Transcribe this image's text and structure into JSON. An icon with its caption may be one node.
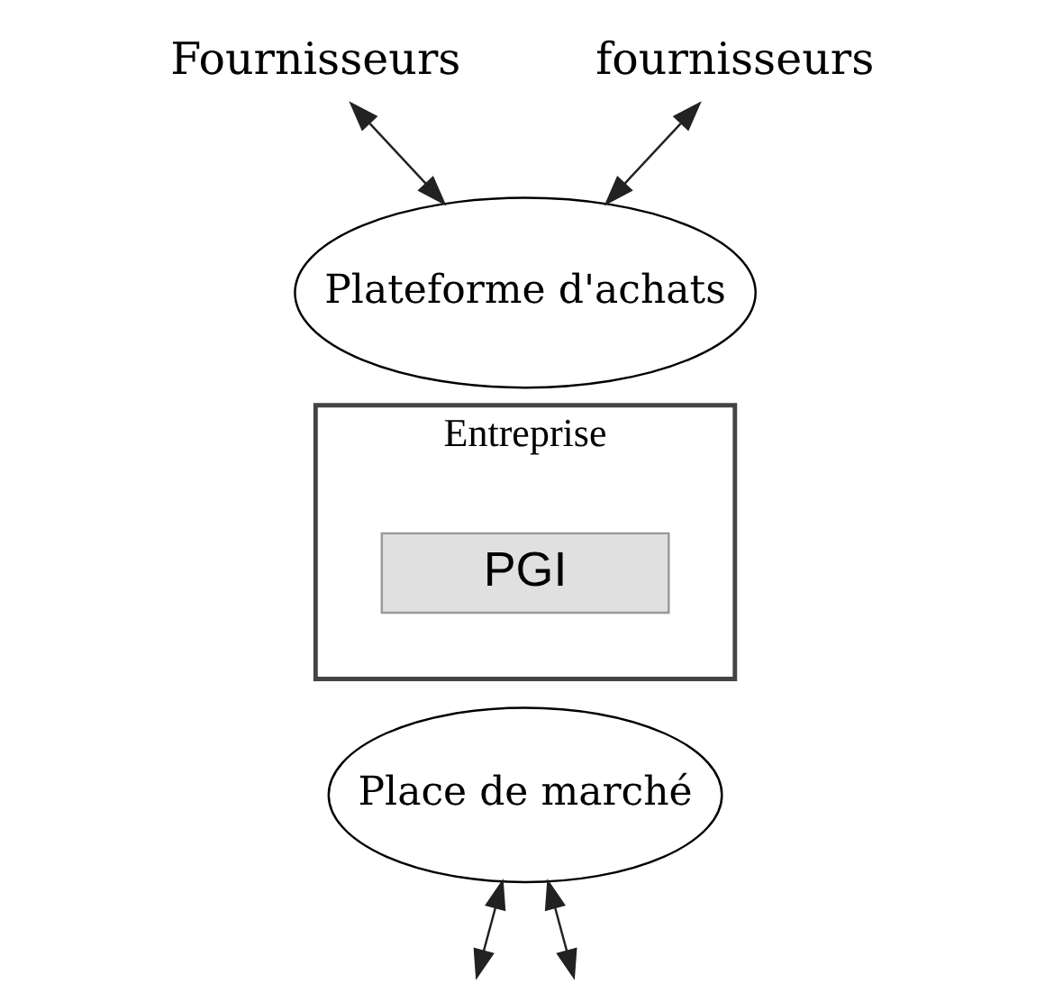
{
  "diagram": {
    "nodes": [
      {
        "text": [
          "Fournisseurs"
        ]
      },
      {
        "text": [
          "fournisseurs"
        ]
      },
      {
        "text": [
          "Plateforme d'achats"
        ]
      },
      {
        "text": [
          "Entreprise"
        ]
      },
      {
        "text": [
          "PGI"
        ],
        "in": 3
      },
      {
        "text": [
          "Place de marché"
        ]
      }
    ],
    "edges": [
      {
        "from": 0,
        "to": 2,
        "arrow": "both"
      },
      {
        "from": 1,
        "to": 2,
        "arrow": "both"
      },
      {
        "from": 5,
        "to": null,
        "arrow": "both"
      },
      {
        "from": 5,
        "to": null,
        "arrow": "both"
      }
    ]
  }
}
